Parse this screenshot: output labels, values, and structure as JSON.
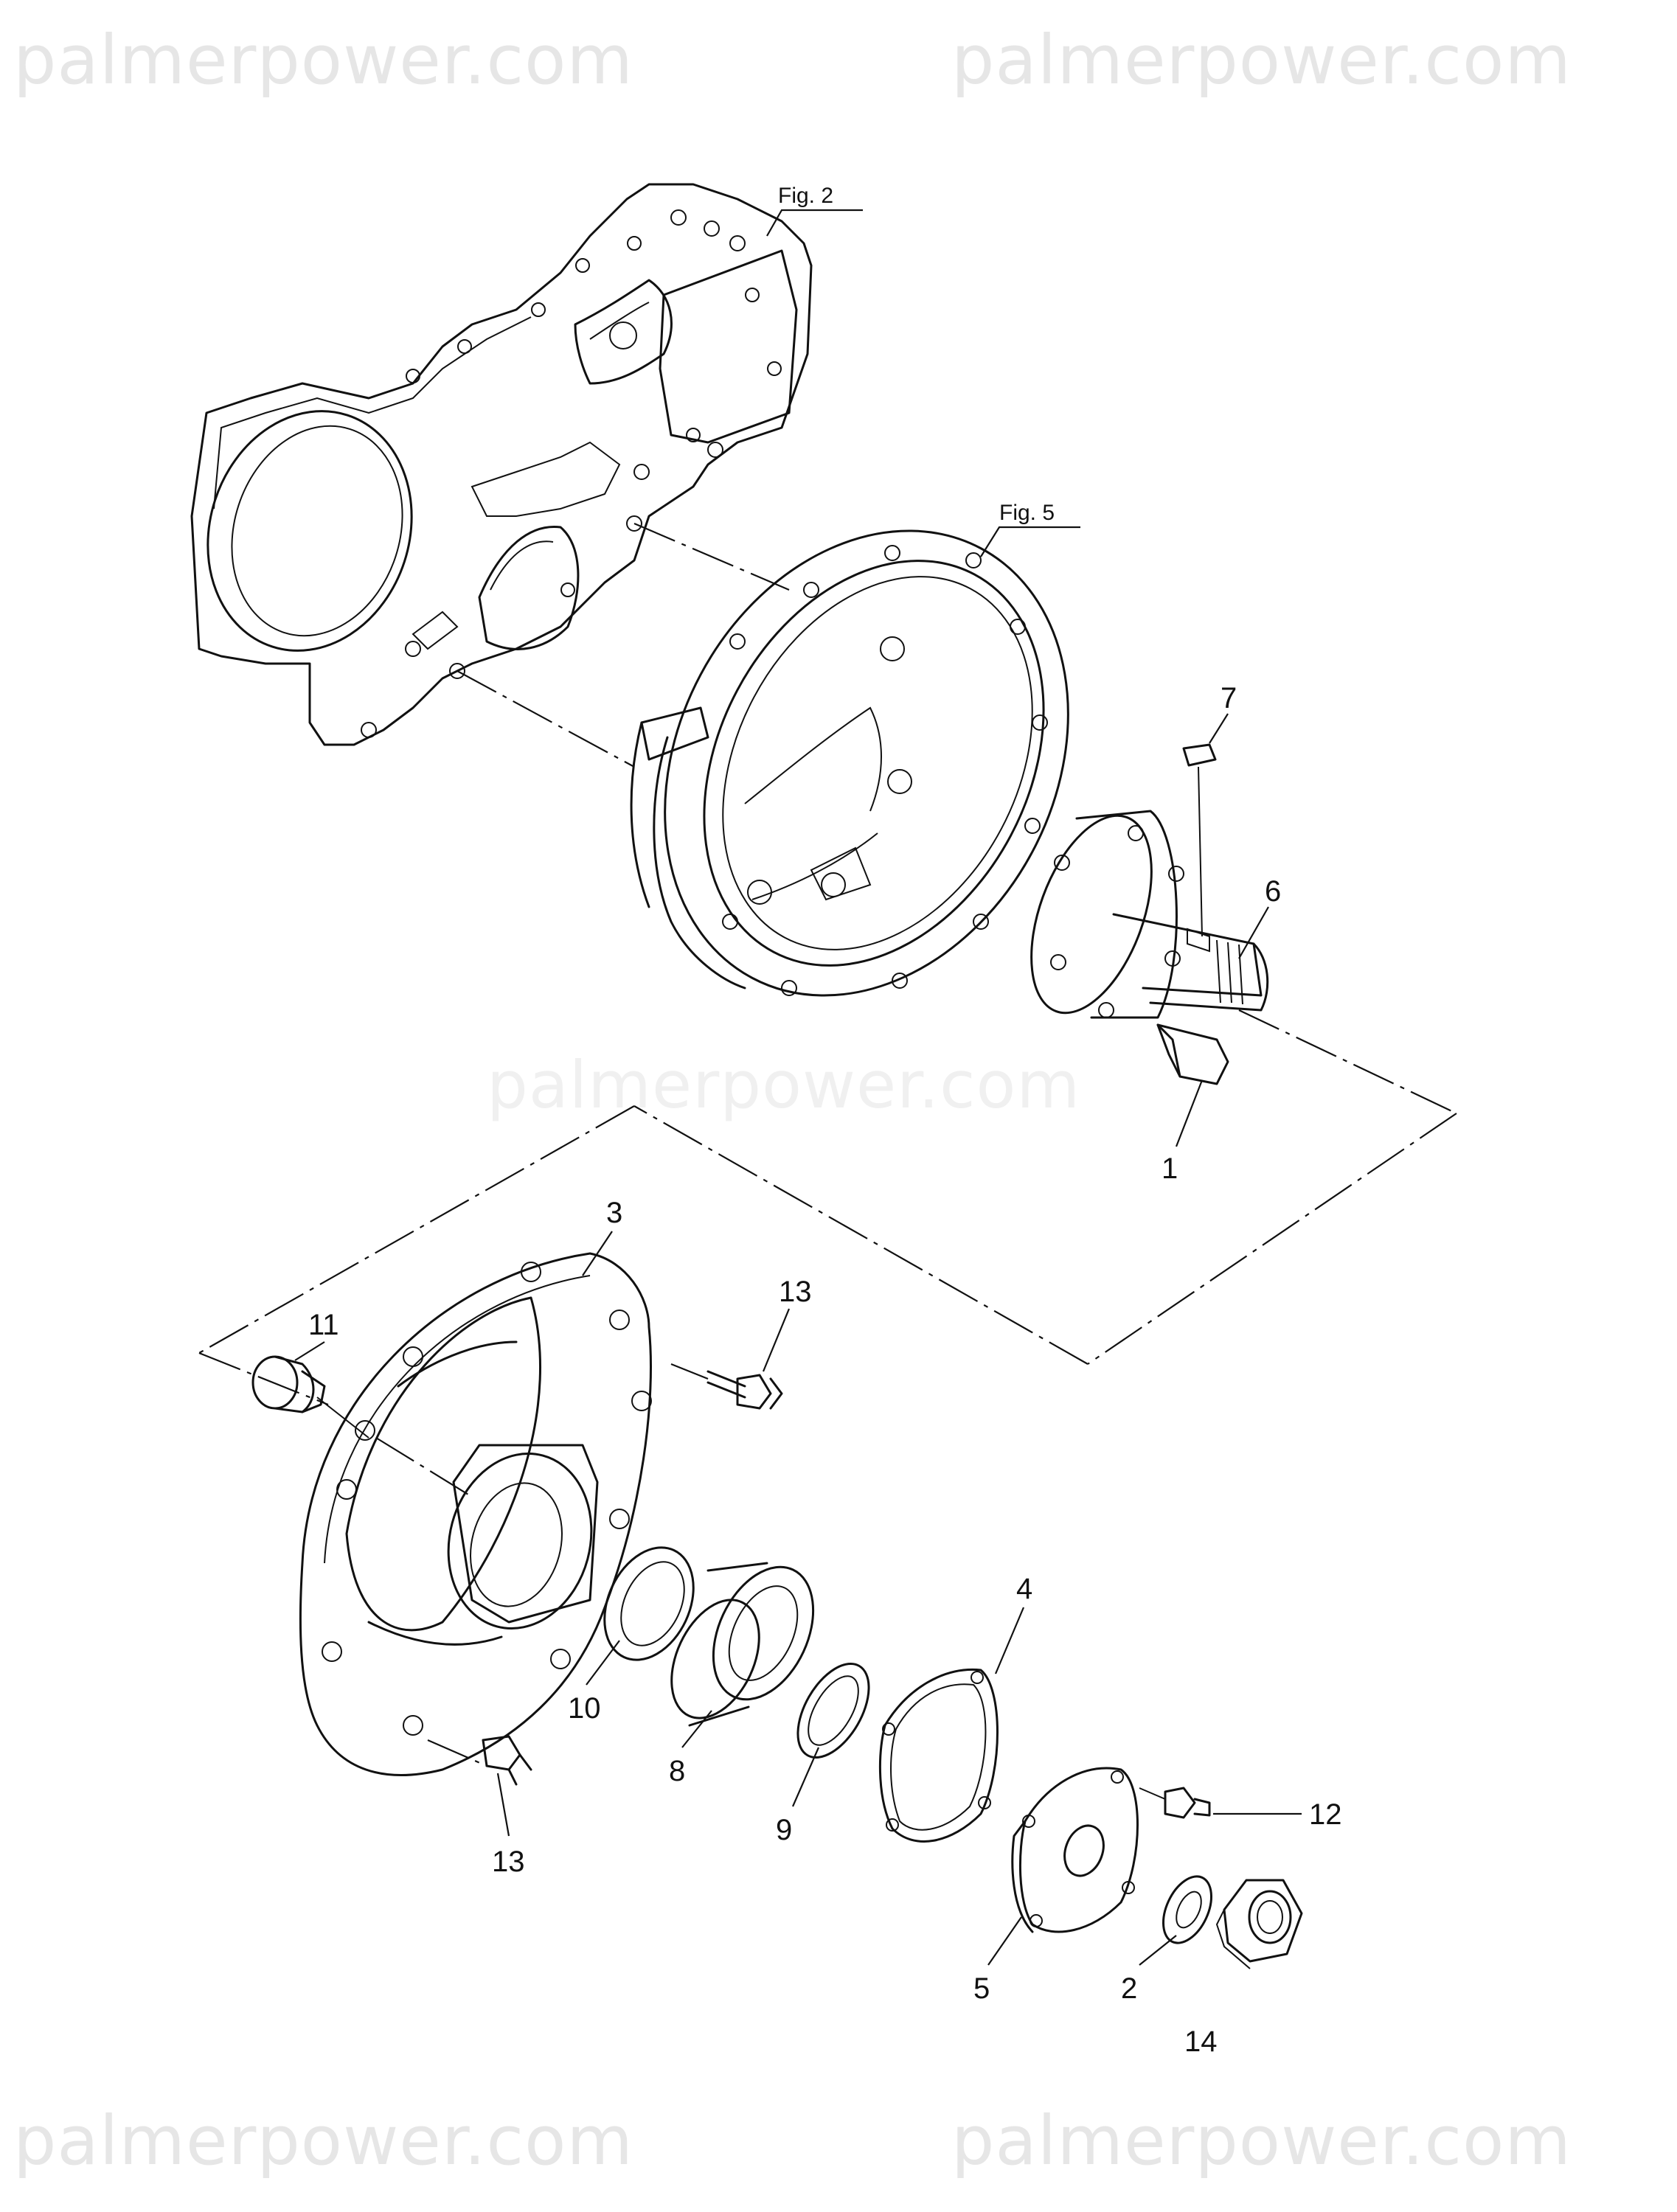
{
  "watermark": {
    "text": "palmerpower.com"
  },
  "figure_refs": {
    "fig2": "Fig. 2",
    "fig5": "Fig. 5"
  },
  "callouts": {
    "c1": "1",
    "c2": "2",
    "c3": "3",
    "c4": "4",
    "c5": "5",
    "c6": "6",
    "c7": "7",
    "c8": "8",
    "c9": "9",
    "c10": "10",
    "c11": "11",
    "c12": "12",
    "c13a": "13",
    "c13b": "13",
    "c14": "14"
  }
}
